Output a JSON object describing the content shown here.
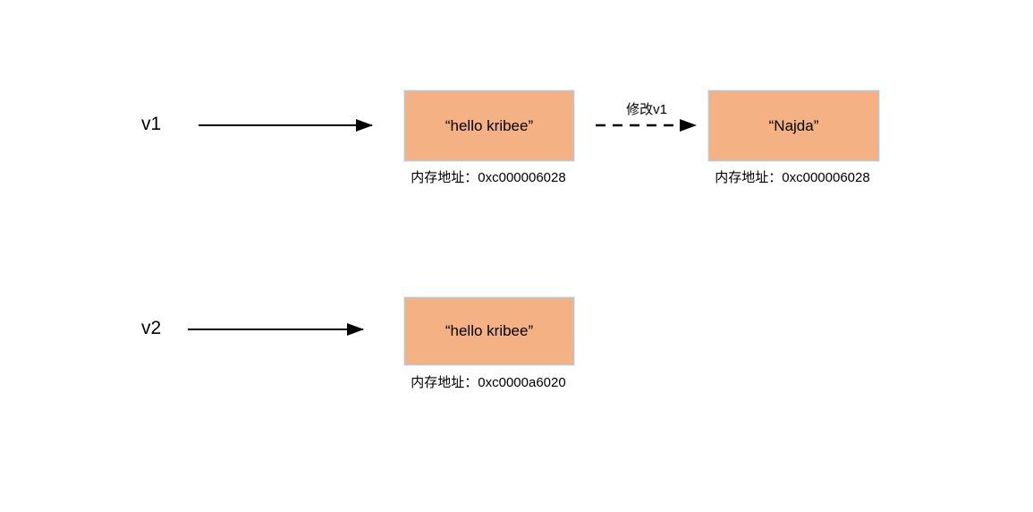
{
  "diagram_title": "string reassignment memory diagram",
  "colors": {
    "box_fill": "#F4B183",
    "box_border": "#AFC9DF",
    "arrow": "#000000",
    "text": "#000000",
    "background": "#FFFFFF"
  },
  "variables": [
    {
      "name": "v1"
    },
    {
      "name": "v2"
    }
  ],
  "boxes": [
    {
      "value": "“hello kribee”",
      "address": "内存地址：0xc000006028"
    },
    {
      "value": "“Najda”",
      "address": "内存地址：0xc000006028"
    },
    {
      "value": "“hello kribee”",
      "address": "内存地址：0xc0000a6020"
    }
  ],
  "dashed_arrow": {
    "label": "修改v1"
  }
}
